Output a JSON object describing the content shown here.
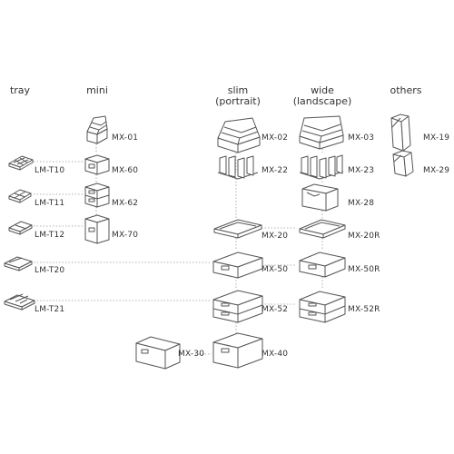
{
  "columns": [
    {
      "id": "tray",
      "title": "tray"
    },
    {
      "id": "mini",
      "title": "mini"
    },
    {
      "id": "slim",
      "title": "slim",
      "subtitle": "(portrait)"
    },
    {
      "id": "wide",
      "title": "wide",
      "subtitle": "(landscape)"
    },
    {
      "id": "others",
      "title": "others"
    }
  ],
  "items": {
    "tray": [
      "LM-T10",
      "LM-T11",
      "LM-T12",
      "LM-T20",
      "LM-T21"
    ],
    "mini": [
      "MX-01",
      "MX-60",
      "MX-62",
      "MX-70"
    ],
    "slim": [
      "MX-02",
      "MX-22",
      "MX-20",
      "MX-50",
      "MX-52",
      "MX-40",
      "MX-30"
    ],
    "wide": [
      "MX-03",
      "MX-23",
      "MX-28",
      "MX-20R",
      "MX-50R",
      "MX-52R"
    ],
    "others": [
      "MX-19",
      "MX-29"
    ]
  },
  "colors": {
    "line": "#555555",
    "connector": "#9a9a9a",
    "text": "#333333"
  }
}
